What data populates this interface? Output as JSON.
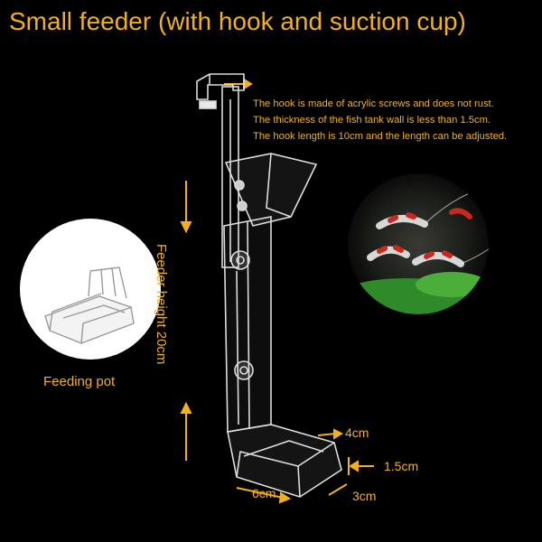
{
  "title": "Small feeder (with hook and suction cup)",
  "description": [
    "The hook is made of acrylic screws and does not rust.",
    "The thickness of the fish tank wall is less than 1.5cm.",
    "The hook length is 10cm and the length can be adjusted."
  ],
  "labels": {
    "feeding_pot": "Feeding pot",
    "feeder_height": "Feeder height 20cm",
    "dim_4cm": "4cm",
    "dim_1_5cm": "1.5cm",
    "dim_3cm": "3cm",
    "dim_6cm": "6cm"
  },
  "colors": {
    "background": "#000000",
    "text": "#f2b01e",
    "acrylic": "#e8e8e8",
    "shrimp_red": "#c8281e"
  }
}
